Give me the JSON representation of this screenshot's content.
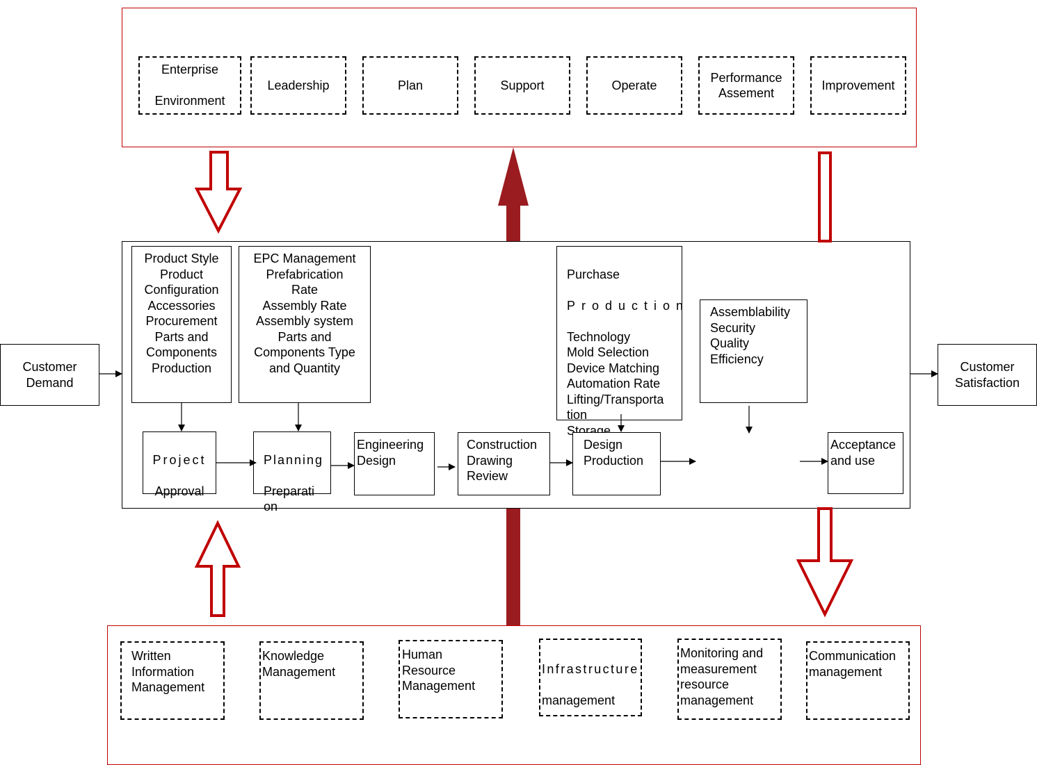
{
  "top_requirements": [
    "Enterprise\n\nEnvironment",
    "Leadership",
    "Plan",
    "Support",
    "Operate",
    "Performance\nAssement",
    "Improvement"
  ],
  "customer_demand": "Customer\nDemand",
  "customer_satisfaction": "Customer\nSatisfaction",
  "factor_boxes": {
    "product": "Product Style\nProduct\nConfiguration\nAccessories\nProcurement\nParts and\nComponents\nProduction",
    "epc": "EPC Management\nPrefabrication\nRate\nAssembly Rate\nAssembly system\nParts and\nComponents Type\nand Quantity",
    "purchase_line1": "Purchase",
    "purchase_line2": "Production",
    "purchase_rest": "Technology\nMold Selection\nDevice Matching\nAutomation Rate\nLifting/Transporta\ntion\nStorage",
    "assembly": "Assemblability\nSecurity\nQuality\nEfficiency"
  },
  "process_steps": {
    "project_line1": "Project",
    "project_line2": "Approval",
    "planning_line1": "Planning",
    "planning_rest": "Preparati\non",
    "engineering": "Engineering\nDesign",
    "construction": "Construction\n  Drawing\n  Review",
    "design": "Design\nProduction",
    "acceptance": "Acceptance\nand use"
  },
  "resources": {
    "written": "Written\nInformation\nManagement",
    "knowledge": "Knowledge\nManagement",
    "human": "Human\nResource\nManagement",
    "infra_line1": "Infrastructure",
    "infra_line2": "management",
    "monitoring": "Monitoring and\nmeasurement\nresource\nmanagement",
    "communication": "Communication\nmanagement"
  },
  "colors": {
    "frame_red": "#c00000",
    "arrow_dark_red": "#9b1c20",
    "outline_arrow_red": "#c00000"
  }
}
